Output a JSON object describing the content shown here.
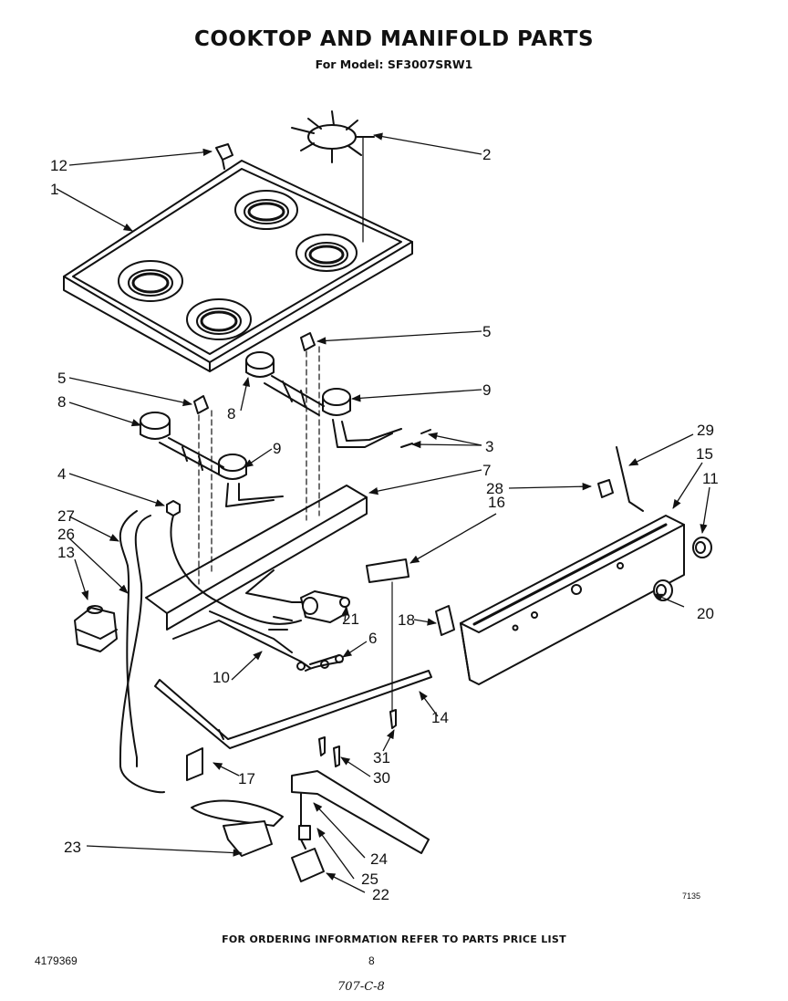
{
  "title": "COOKTOP AND MANIFOLD PARTS",
  "subtitle": "For Model: SF3007SRW1",
  "callouts": [
    {
      "label": "1"
    },
    {
      "label": "2"
    },
    {
      "label": "3"
    },
    {
      "label": "4"
    },
    {
      "label": "5"
    },
    {
      "label": "5"
    },
    {
      "label": "6"
    },
    {
      "label": "7"
    },
    {
      "label": "8"
    },
    {
      "label": "8"
    },
    {
      "label": "9"
    },
    {
      "label": "9"
    },
    {
      "label": "10"
    },
    {
      "label": "11"
    },
    {
      "label": "12"
    },
    {
      "label": "13"
    },
    {
      "label": "14"
    },
    {
      "label": "15"
    },
    {
      "label": "16"
    },
    {
      "label": "17"
    },
    {
      "label": "18"
    },
    {
      "label": "20"
    },
    {
      "label": "21"
    },
    {
      "label": "22"
    },
    {
      "label": "23"
    },
    {
      "label": "24"
    },
    {
      "label": "25"
    },
    {
      "label": "26"
    },
    {
      "label": "27"
    },
    {
      "label": "28"
    },
    {
      "label": "29"
    },
    {
      "label": "30"
    },
    {
      "label": "31"
    }
  ],
  "diagram_code": "7135",
  "footer": "FOR ORDERING INFORMATION REFER TO PARTS PRICE LIST",
  "document_number": "4179369",
  "page_number": "8",
  "handwritten_note": "707-C-8"
}
